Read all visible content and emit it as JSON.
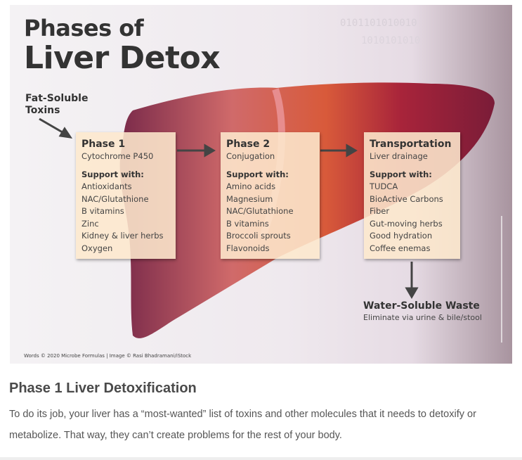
{
  "figure": {
    "title_line1": "Phases of",
    "title_line2": "Liver Detox",
    "input_label": "Fat-Soluble Toxins",
    "boxes": [
      {
        "title": "Phase 1",
        "subtitle": "Cytochrome P450",
        "support_label": "Support with:",
        "items": [
          "Antioxidants",
          "NAC/Glutathione",
          "B vitamins",
          "Zinc",
          "Kidney & liver herbs",
          "Oxygen"
        ]
      },
      {
        "title": "Phase 2",
        "subtitle": "Conjugation",
        "support_label": "Support with:",
        "items": [
          "Amino acids",
          "Magnesium",
          "NAC/Glutathione",
          "B vitamins",
          "Broccoli sprouts",
          "Flavonoids"
        ]
      },
      {
        "title": "Transportation",
        "subtitle": "Liver drainage",
        "support_label": "Support with:",
        "items": [
          "TUDCA",
          "BioActive Carbons",
          "Fiber",
          "Gut-moving herbs",
          "Good hydration",
          "Coffee enemas"
        ]
      }
    ],
    "output_title": "Water-Soluble Waste",
    "output_subtitle": "Eliminate via urine & bile/stool",
    "credit": "Words © 2020 Microbe Formulas | Image © Rasi Bhadramani/iStock"
  },
  "article": {
    "heading": "Phase 1 Liver Detoxification",
    "paragraph": "To do its job, your liver has a “most-wanted” list of toxins and other molecules that it needs to detoxify or metabolize. That way, they can’t create problems for the rest of your body."
  }
}
